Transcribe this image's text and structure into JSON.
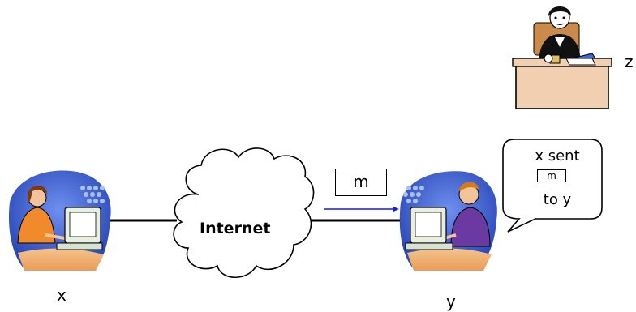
{
  "labels": {
    "x": "x",
    "y": "y",
    "z": "z",
    "internet": "Internet"
  },
  "message": {
    "text": "m",
    "arrow_color": "#1a1adb"
  },
  "bubble": {
    "line1": "x sent",
    "message": "m",
    "line3": "to y"
  },
  "icons": [
    "woman-at-computer-icon",
    "man-at-computer-icon",
    "judge-at-desk-icon",
    "cloud-icon"
  ],
  "colors": {
    "disk_blue": "#3a5fd0",
    "desk": "#f2cfb0",
    "link_line": "#000000"
  }
}
